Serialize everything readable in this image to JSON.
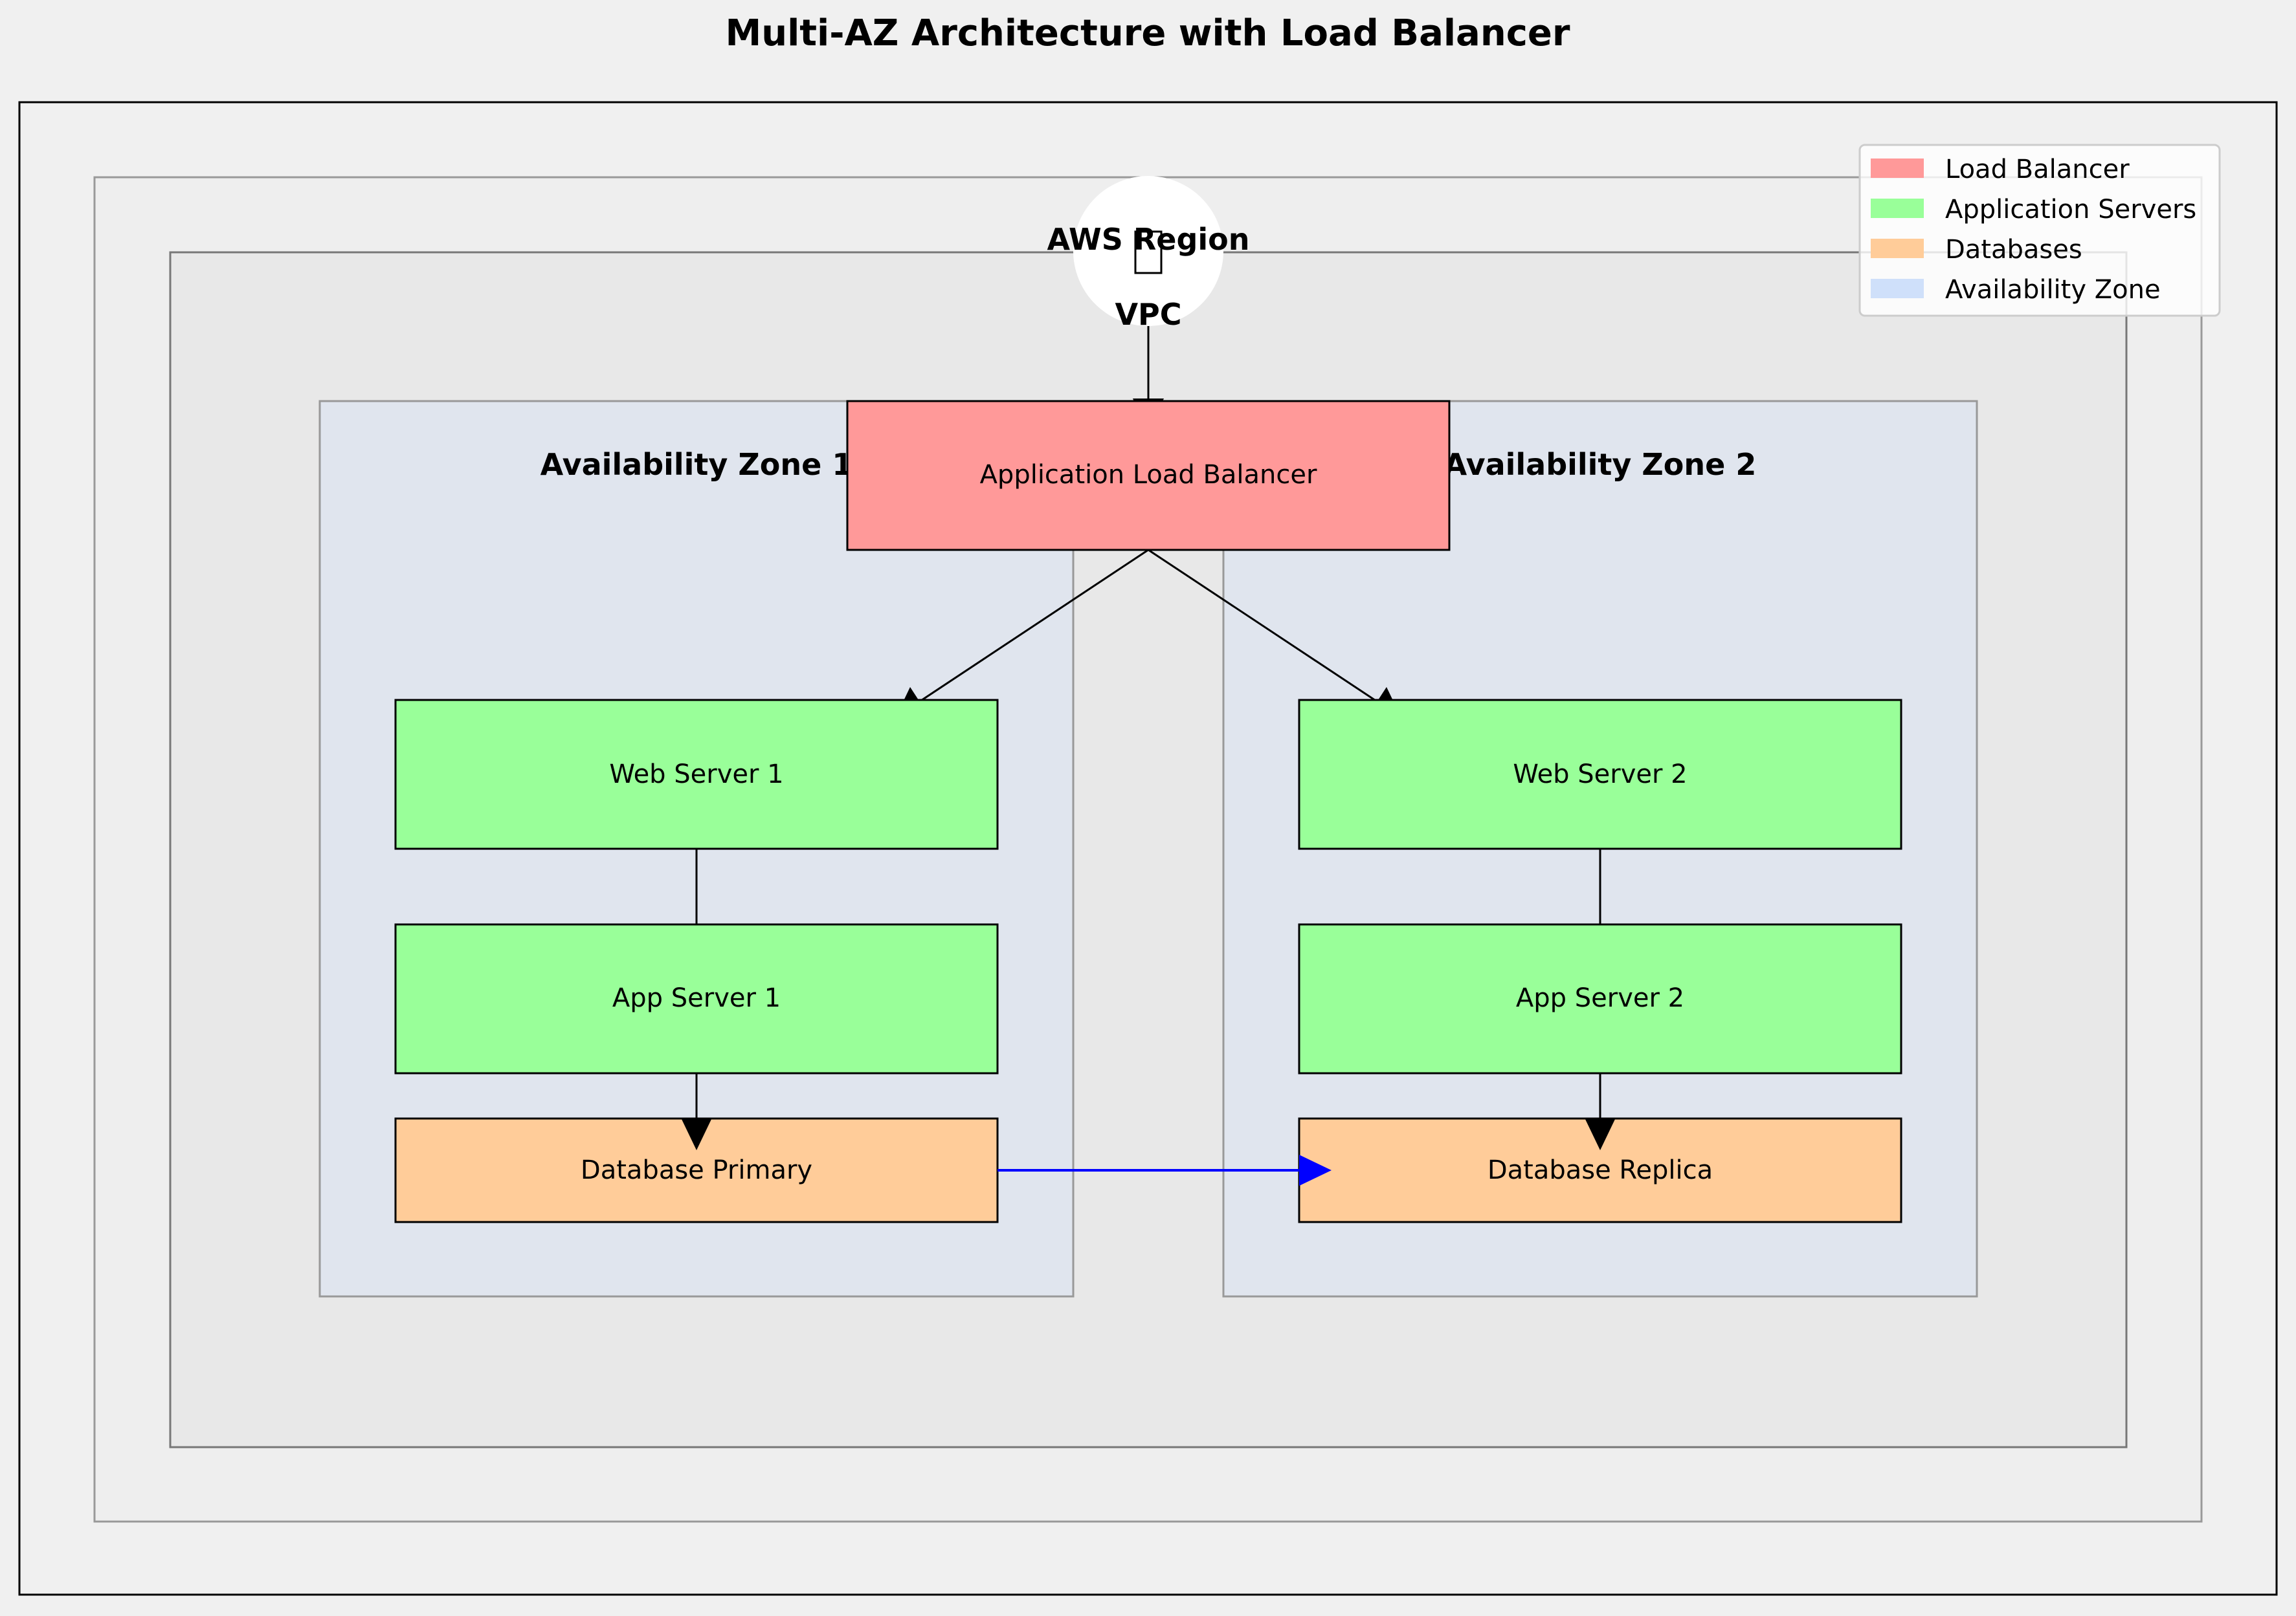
{
  "title": "Multi-AZ Architecture with Load Balancer",
  "region_label": "AWS Region",
  "vpc_label": "VPC",
  "gateway_icon": "internet-gateway-icon",
  "az1_label": "Availability Zone 1",
  "az2_label": "Availability Zone 2",
  "nodes": {
    "alb": "Application Load Balancer",
    "web1": "Web Server 1",
    "web2": "Web Server 2",
    "app1": "App Server 1",
    "app2": "App Server 2",
    "db_primary": "Database Primary",
    "db_replica": "Database Replica"
  },
  "legend": [
    {
      "label": "Load Balancer",
      "color": "#ff9999"
    },
    {
      "label": "Application Servers",
      "color": "#99ff99"
    },
    {
      "label": "Databases",
      "color": "#ffcc99"
    },
    {
      "label": "Availability Zone",
      "color": "#cfe0fa"
    }
  ],
  "colors": {
    "background": "#f0f0f0",
    "load_balancer": "#ff9999",
    "app_servers": "#99ff99",
    "databases": "#ffcc99",
    "availability_zone": "#e0e5ee",
    "replication_arrow": "#0000ff"
  }
}
